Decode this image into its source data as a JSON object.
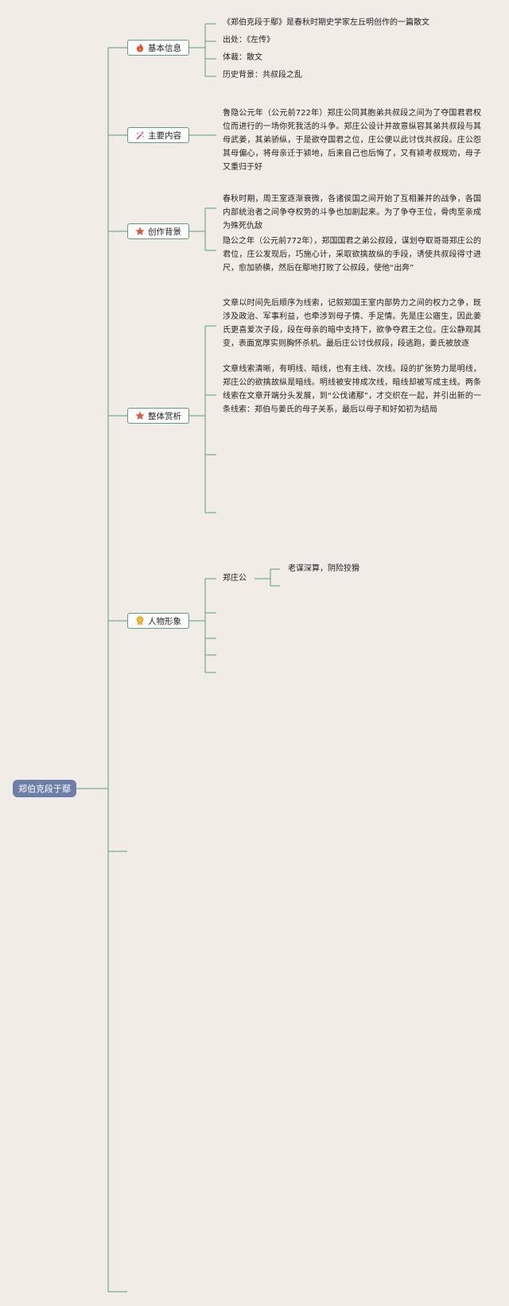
{
  "root": {
    "label": "郑伯克段于鄢"
  },
  "branches": [
    {
      "label": "基本信息",
      "icon": "fire-icon"
    },
    {
      "label": "主要内容",
      "icon": "sparkle-wand-icon"
    },
    {
      "label": "创作背景",
      "icon": "star-icon"
    },
    {
      "label": "整体赏析",
      "icon": "star-icon"
    },
    {
      "label": "人物形象",
      "icon": "medal-icon"
    }
  ],
  "basic_info": [
    "《郑伯克段于鄢》是春秋时期史学家左丘明创作的一篇散文",
    "出处：《左传》",
    "体裁：散文",
    "历史背景：共叔段之乱"
  ],
  "main_content": "鲁隐公元年（公元前722年）郑庄公同其胞弟共叔段之间为了夺国君君权位而进行的一场你死我活的斗争。郑庄公设计并故意纵容其弟共叔段与其母武姜，其弟骄纵，于是欲夺国君之位，庄公便以此讨伐共叔段。庄公怨其母偏心，将母亲迁于颍地，后来自己也后悔了，又有颍考叔规劝，母子又重归于好",
  "background": [
    "春秋时期，周王室逐渐衰微，各诸侯国之间开始了互相兼并的战争，各国内部统治者之间争夺权势的斗争也加剧起来。为了争夺王位，骨肉至亲成为殊死仇敌",
    "隐公之年（公元前772年），郑国国君之弟公叔段，谋划夺取哥哥郑庄公的君位，庄公发现后，巧施心计，采取欲擒故纵的手段，诱使共叔段得寸进尺，愈加骄横，然后在鄢地打败了公叔段，使他“出奔”"
  ],
  "appreciation": [
    "文章以时间先后顺序为线索，记叙郑国王室内部势力之间的权力之争，既涉及政治、军事利益，也牵涉到母子情、手足情。先是庄公寤生，因此姜氏更喜爱次子段，段在母亲的暗中支持下，欲争夺君王之位。庄公静观其变，表面宽厚实则胸怀杀机。最后庄公讨伐叔段，段逃跑，姜氏被放逐",
    "文章线索清晰，有明线、暗线，也有主线、次线。段的扩张势力是明线，郑庄公的欲擒故纵是暗线。明线被安排成次线，暗线却被写成主线。两条线索在文章开端分头发展，到“公伐诸鄢”，才交织在一起，并引出新的一条线索：郑伯与姜氏的母子关系，最后以母子和好如初为结局"
  ],
  "characters": {
    "name": "郑庄公",
    "trait": "老谋深算，阴险狡猾"
  }
}
